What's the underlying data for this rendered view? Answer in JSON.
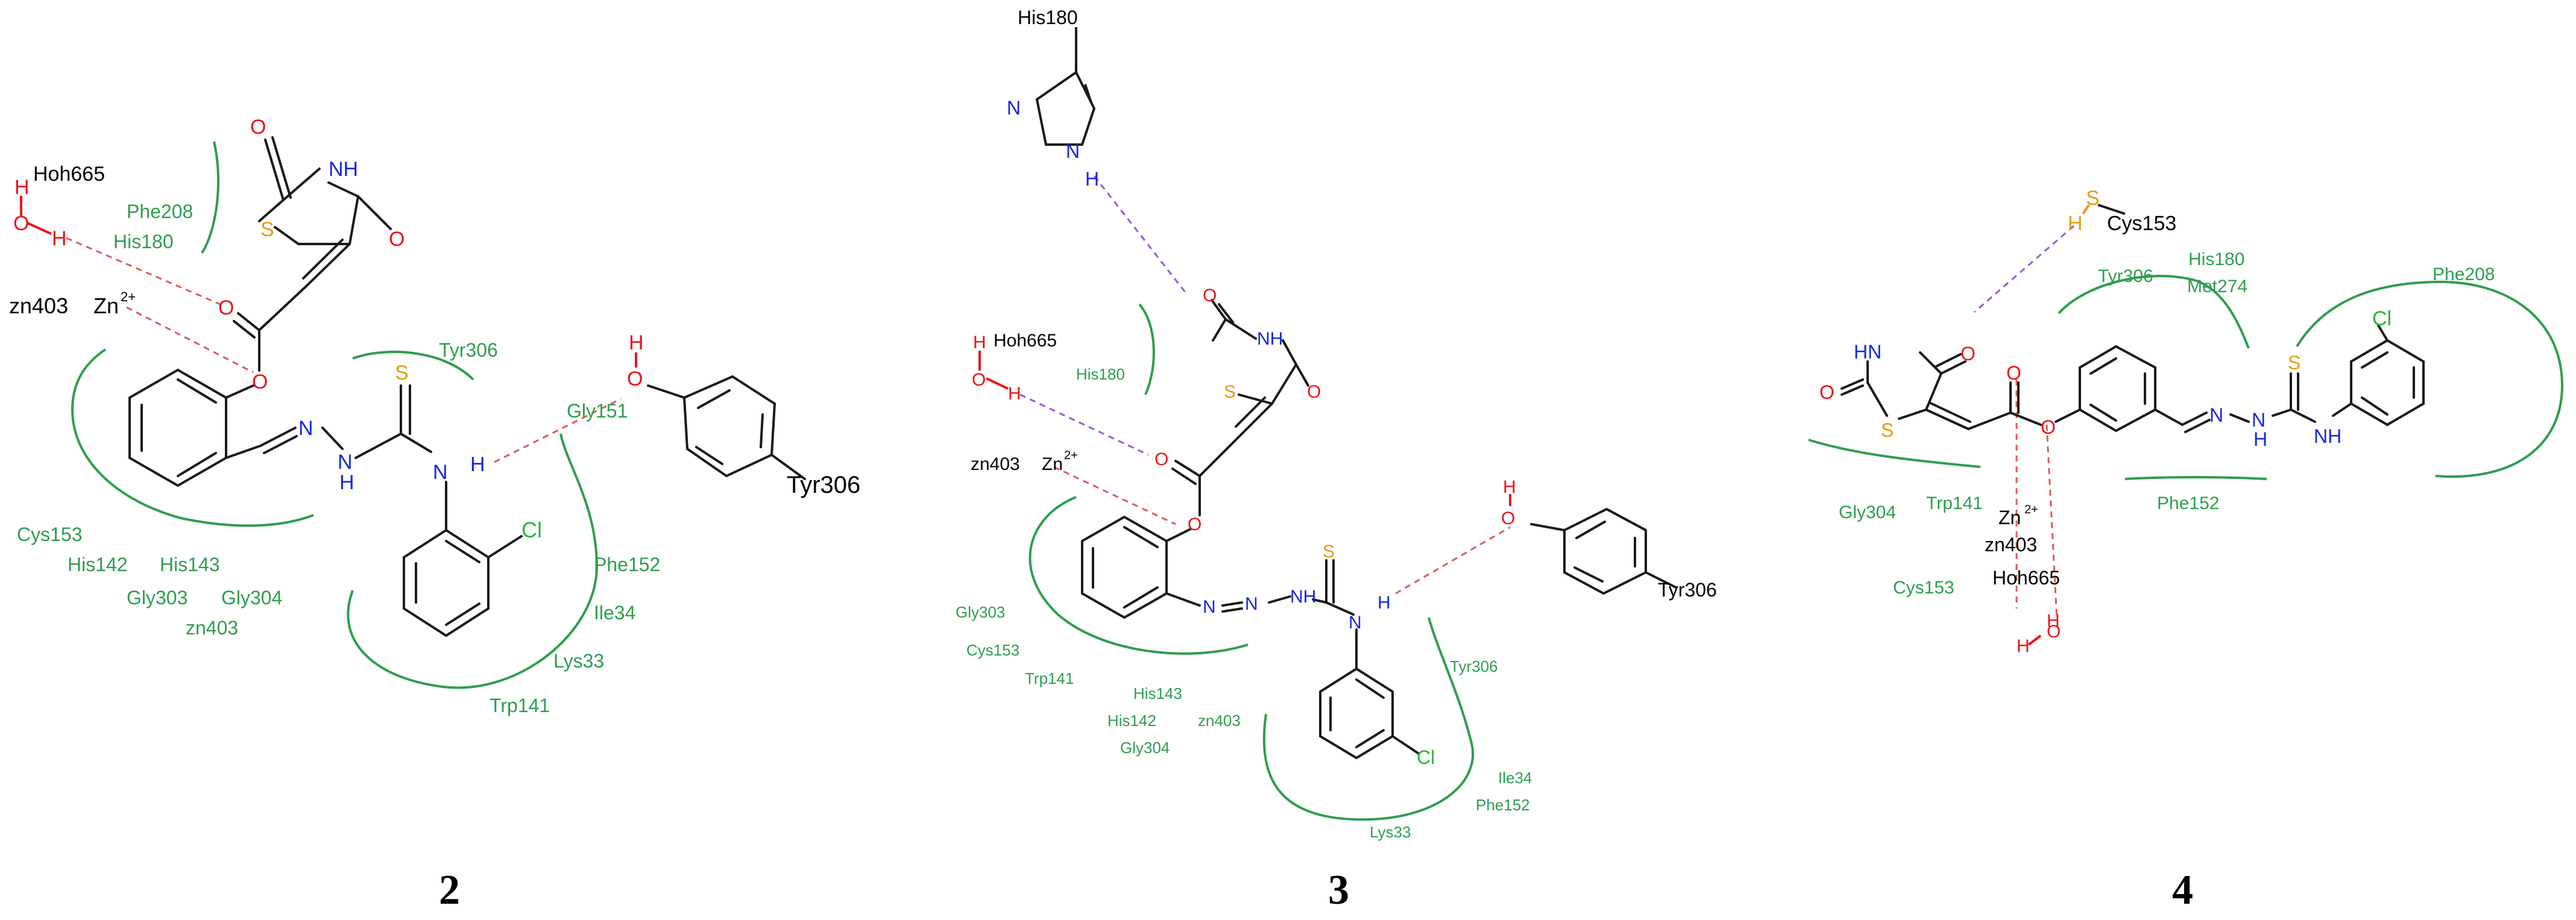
{
  "colors": {
    "bond": "#1a1a1a",
    "oxygen": "#e8141a",
    "nitrogen": "#1428e0",
    "sulfur": "#e89a10",
    "chlorine": "#2ab63a",
    "residue": "#2e9e4e",
    "pocket": "#2e9e4e",
    "hbond": "#e05a5a",
    "pi_bond": "#9a57d6",
    "label": "#000000"
  },
  "panels": [
    {
      "id": "2",
      "caption": "2",
      "labels": {
        "hoh": "Hoh665",
        "zn_residue": "zn403",
        "zn": "Zn",
        "zn_charge": "2+",
        "tyr_ligand": "Tyr306"
      },
      "residues": [
        "Phe208",
        "His180",
        "Tyr306",
        "Cys153",
        "His142",
        "His143",
        "Gly303",
        "Gly304",
        "zn403",
        "Gly151",
        "Phe152",
        "Ile34",
        "Lys33",
        "Trp141"
      ]
    },
    {
      "id": "3",
      "caption": "3",
      "labels": {
        "his_ligand": "His180",
        "hoh": "Hoh665",
        "zn_residue": "zn403",
        "zn": "Zn",
        "zn_charge": "2+",
        "tyr_ligand": "Tyr306"
      },
      "residues": [
        "His180",
        "Gly303",
        "Cys153",
        "Trp141",
        "His143",
        "His142",
        "zn403",
        "Gly304",
        "Tyr306",
        "Ile34",
        "Phe152",
        "Lys33"
      ]
    },
    {
      "id": "4",
      "caption": "4",
      "labels": {
        "cys_ligand": "Cys153",
        "zn": "Zn",
        "zn_charge": "2+",
        "zn_residue": "zn403",
        "hoh": "Hoh665"
      },
      "residues": [
        "Tyr306",
        "His180",
        "Met274",
        "Phe208",
        "Gly304",
        "Trp141",
        "Phe152",
        "Cys153"
      ]
    }
  ]
}
